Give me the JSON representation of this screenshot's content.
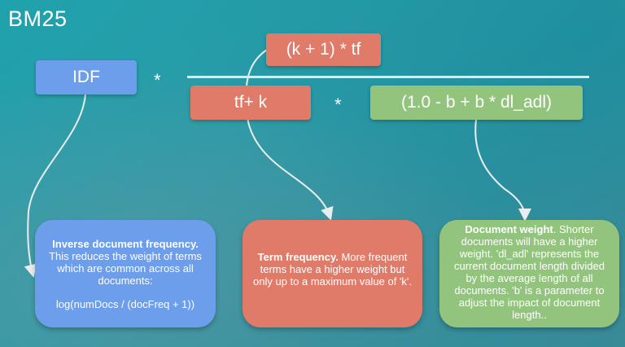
{
  "title": "BM25",
  "formula": {
    "idf": "IDF",
    "times1": "*",
    "numerator": "(k + 1) * tf",
    "denominator_left": "tf+ k",
    "times2": "*",
    "denominator_right": "(1.0 - b + b * dl_adl)"
  },
  "cards": {
    "idf": {
      "bold": "Inverse document frequency.",
      "text": " This reduces the weight of terms which are common across all documents:",
      "formula": "log(numDocs / (docFreq + 1))"
    },
    "tf": {
      "bold": "Term frequency.",
      "text": " More frequent terms have a higher weight but only up to a maximum value of 'k'."
    },
    "doc": {
      "bold": "Document weight",
      "text": ". Shorter documents will have a higher weight. 'dl_adl' represents the current document length divided by the average length of all documents. 'b' is a parameter to adjust the impact of document length.."
    }
  },
  "colors": {
    "blue": "#6d9eeb",
    "red": "#e07b6a",
    "green": "#93c47d",
    "arrow": "#e8eef0"
  }
}
